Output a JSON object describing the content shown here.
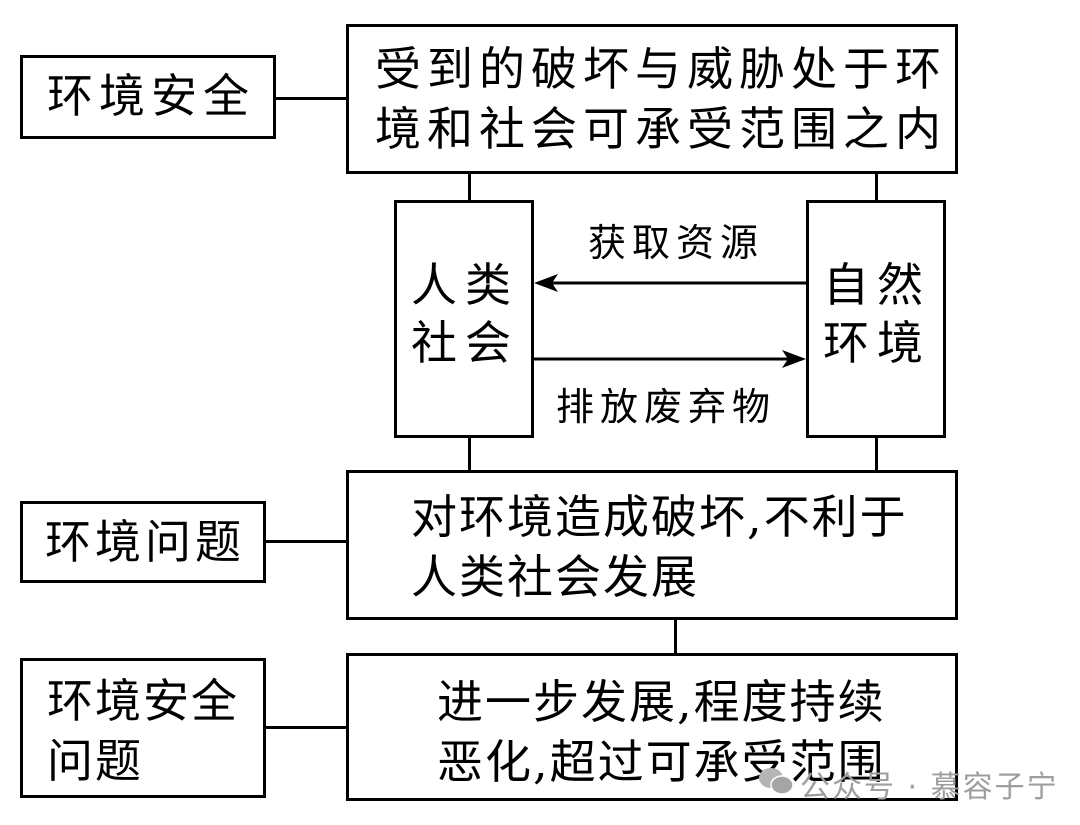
{
  "rows": {
    "security": {
      "label": "环境安全",
      "description_lines": [
        "受到的破坏与威胁处于环",
        "境和社会可承受范围之内"
      ]
    },
    "problem": {
      "label": "环境问题",
      "description_lines": [
        "对环境造成破坏,不利于",
        "人类社会发展"
      ]
    },
    "security_problem": {
      "label_lines": [
        "环境安全",
        "问题"
      ],
      "description_lines": [
        "进一步发展,程度持续",
        "恶化,超过可承受范围"
      ]
    }
  },
  "middle": {
    "left_box_lines": [
      "人类",
      "社会"
    ],
    "right_box_lines": [
      "自然",
      "环境"
    ],
    "top_arrow_label": "获取资源",
    "bottom_arrow_label": "排放废弃物"
  },
  "watermark": {
    "icon": "wechat-icon",
    "text": "公众号 · 慕容子宁"
  }
}
